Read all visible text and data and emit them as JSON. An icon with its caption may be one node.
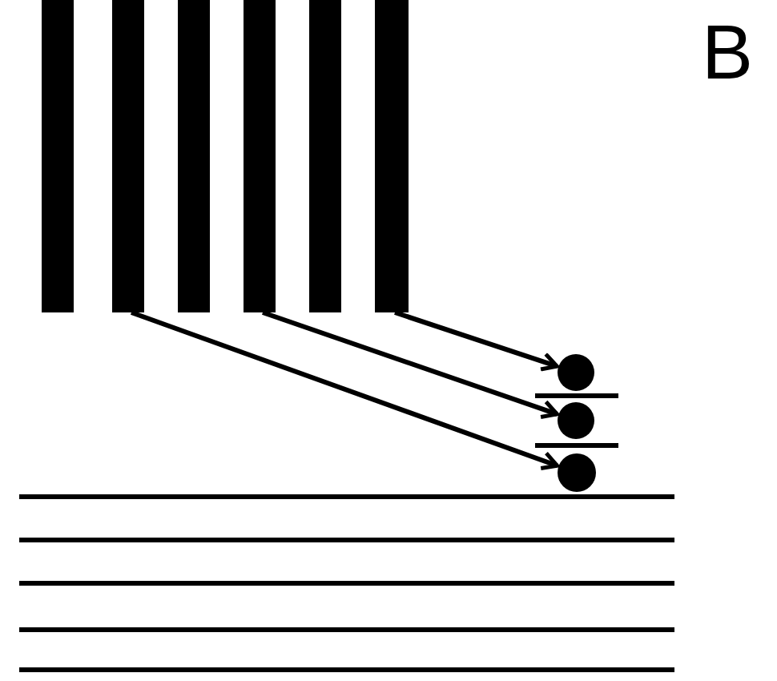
{
  "diagram": {
    "nodes": [
      {
        "text": [],
        "shape": "bar"
      },
      {
        "text": [],
        "shape": "bar"
      },
      {
        "text": [],
        "shape": "bar"
      },
      {
        "text": [],
        "shape": "bar"
      },
      {
        "text": [],
        "shape": "bar"
      },
      {
        "text": [],
        "shape": "bar"
      },
      {
        "text": [],
        "shape": "circle"
      },
      {
        "text": [],
        "shape": "circle"
      },
      {
        "text": [],
        "shape": "circle"
      }
    ],
    "edges": [
      {
        "from": 1,
        "to": 8,
        "arrow": "to"
      },
      {
        "from": 3,
        "to": 7,
        "arrow": "to"
      },
      {
        "from": 5,
        "to": 6,
        "arrow": "to"
      }
    ],
    "labels": [
      "B"
    ]
  }
}
